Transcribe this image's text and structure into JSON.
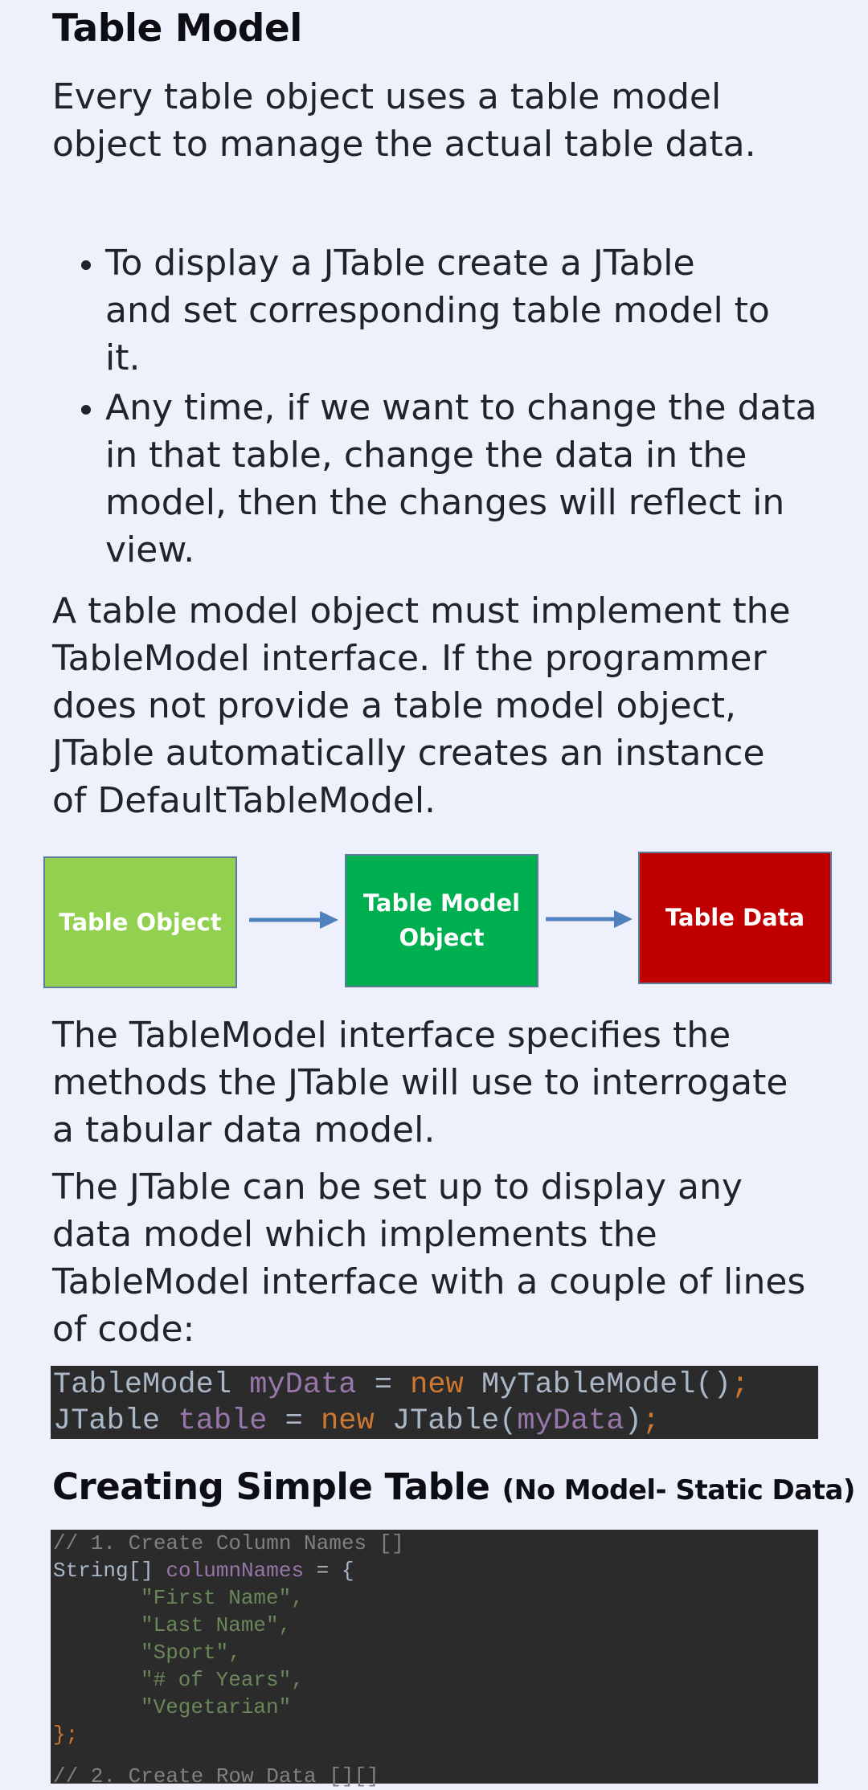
{
  "title": "Table Model",
  "intro": [
    "Every table object uses a table model",
    "object to manage the actual table data."
  ],
  "bullets": [
    [
      "To display a JTable create a JTable",
      "and set corresponding table model to",
      "it."
    ],
    [
      "Any time, if we want to change the data",
      "in that table, change the data in the",
      "model, then the changes will reflect in",
      "view."
    ]
  ],
  "para_interface": [
    "A table model object must implement the",
    "TableModel interface. If the programmer",
    "does not provide a table model object,",
    "JTable automatically creates an instance",
    "of DefaultTableModel."
  ],
  "diagram": {
    "box1": "Table Object",
    "box2_line1": "Table Model",
    "box2_line2": "Object",
    "box3": "Table Data",
    "colors": {
      "box1": "#92d050",
      "box2": "#00b050",
      "box3": "#c00000",
      "arrow": "#4f81bd"
    }
  },
  "para_methods": [
    "The TableModel interface specifies the",
    "methods the JTable will use to interrogate",
    "a tabular data model."
  ],
  "para_setup": [
    "The JTable can be set up to display any",
    "data model which implements the",
    "TableModel interface with a couple of lines",
    "of code:"
  ],
  "code1": {
    "line1": {
      "t1": "TableModel ",
      "v1": "myData",
      "t2": " = ",
      "k1": "new",
      "t3": " MyTableModel()",
      "k2": ";"
    },
    "line2": {
      "t1": "JTable ",
      "v1": "table",
      "t2": " = ",
      "k1": "new",
      "t3": " JTable(",
      "v2": "myData",
      "t4": ")",
      "k2": ";"
    }
  },
  "section2": {
    "title": "Creating Simple Table",
    "subtitle": "(No Model- Static Data)"
  },
  "code2": {
    "comment1": "// 1. Create Column Names []",
    "decl_type": "String[] ",
    "decl_var": "columnNames",
    "decl_rest": " = {",
    "strings": [
      "\"First Name\",",
      "\"Last Name\",",
      "\"Sport\",",
      "\"# of Years\",",
      "\"Vegetarian\""
    ],
    "close": "};",
    "comment2": "// 2. Create Row Data [][]"
  }
}
